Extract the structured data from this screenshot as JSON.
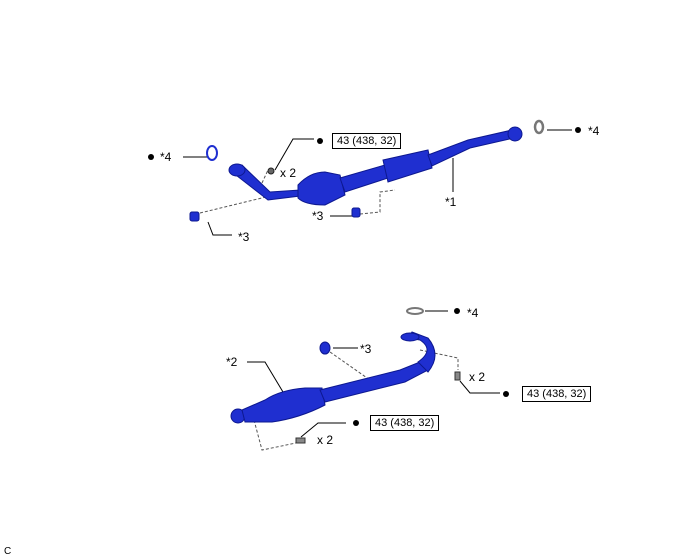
{
  "colors": {
    "part": "#1f2fd0",
    "part_dark": "#0d1890",
    "ring": "#777777"
  },
  "top": {
    "gasket_left_label": "*4",
    "gasket_right_label": "*4",
    "torque": "43 (438, 32)",
    "nut_qty": "x 2",
    "pipe_label": "*1",
    "support_mid_label": "*3",
    "support_left_label": "*3"
  },
  "bottom": {
    "gasket_label": "*4",
    "support_label": "*3",
    "pipe_label": "*2",
    "bolt_right_qty": "x 2",
    "bolt_right_torque": "43 (438, 32)",
    "bolt_left_qty": "x 2",
    "bolt_left_torque": "43 (438, 32)"
  },
  "figure_code": "C"
}
